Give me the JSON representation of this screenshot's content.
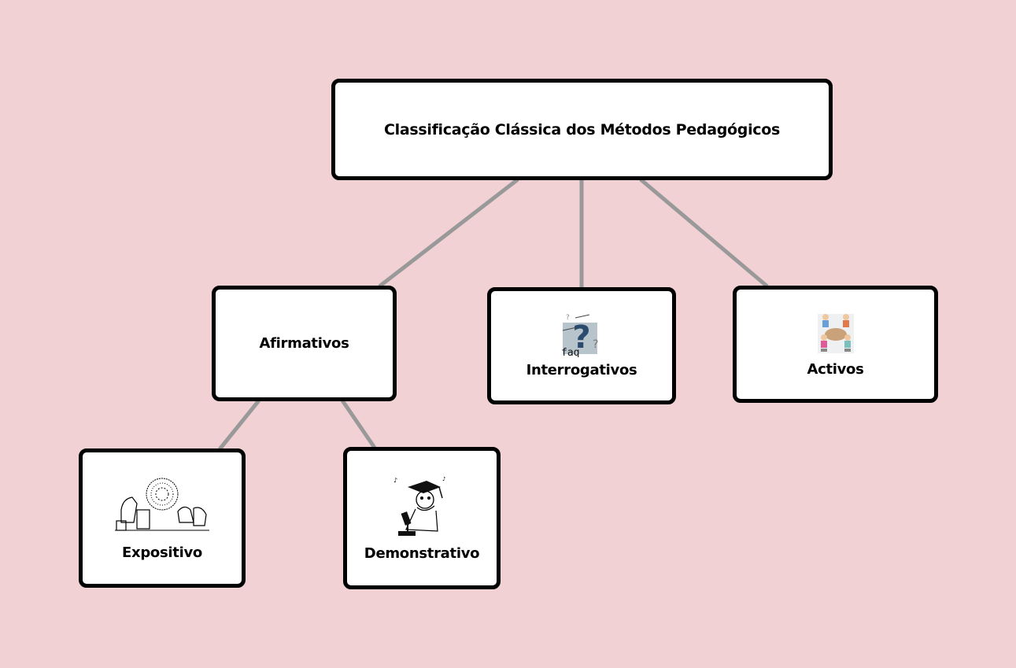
{
  "diagram": {
    "colors": {
      "background": "#f1d1d4",
      "connector": "#999999",
      "node_border": "#000000",
      "node_fill": "#ffffff"
    },
    "root": {
      "label": "Classificação Clássica dos Métodos Pedagógicos"
    },
    "nodes": [
      {
        "id": "afirmativos",
        "label": "Afirmativos",
        "parent": "root",
        "icon": "none"
      },
      {
        "id": "interrogativos",
        "label": "Interrogativos",
        "parent": "root",
        "icon": "question-mark-icon",
        "icon_text": [
          "faq"
        ]
      },
      {
        "id": "activos",
        "label": "Activos",
        "parent": "root",
        "icon": "children-group-icon"
      },
      {
        "id": "expositivo",
        "label": "Expositivo",
        "parent": "afirmativos",
        "icon": "lecturer-sketch-icon"
      },
      {
        "id": "demonstrativo",
        "label": "Demonstrativo",
        "parent": "afirmativos",
        "icon": "scientist-microscope-icon"
      }
    ]
  }
}
